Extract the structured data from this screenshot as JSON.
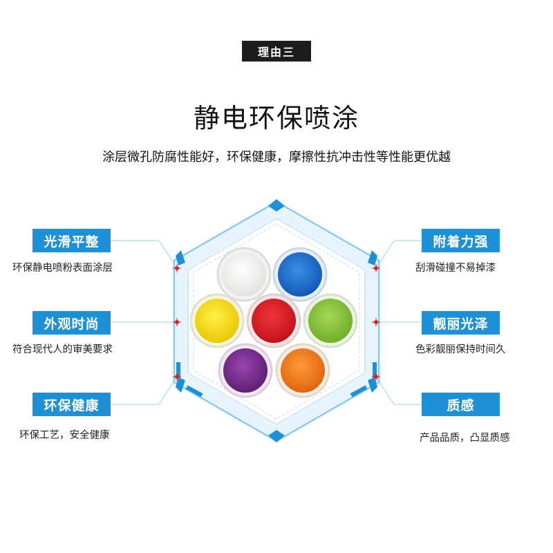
{
  "badge": "理由三",
  "title": "静电环保喷涂",
  "subtitle": "涂层微孔防腐性能好，环保健康，摩擦性抗冲击性等性能更优越",
  "features": {
    "left_top": {
      "label": "光滑平整",
      "desc": "环保静电喷粉表面涂层"
    },
    "left_mid": {
      "label": "外观时尚",
      "desc": "符合现代人的审美要求"
    },
    "left_bottom": {
      "label": "环保健康",
      "desc": "环保工艺，安全健康"
    },
    "right_top": {
      "label": "附着力强",
      "desc": "刮滑碰撞不易掉漆"
    },
    "right_mid": {
      "label": "靓丽光泽",
      "desc": "色彩靓丽保持时间久"
    },
    "right_bottom": {
      "label": "质感",
      "desc": "产品品质，凸显质感"
    }
  },
  "colors": {
    "accent": "#1e90d8",
    "hex_frame": "#7cc6f0",
    "connector": "#e02020",
    "powders": [
      "#f4f4f2",
      "#1f6fd1",
      "#f6de1c",
      "#e21d24",
      "#8cc63f",
      "#7b2d8e",
      "#f47b20"
    ]
  },
  "icons": [
    "hexagon-frame",
    "connector-dot-icon"
  ]
}
